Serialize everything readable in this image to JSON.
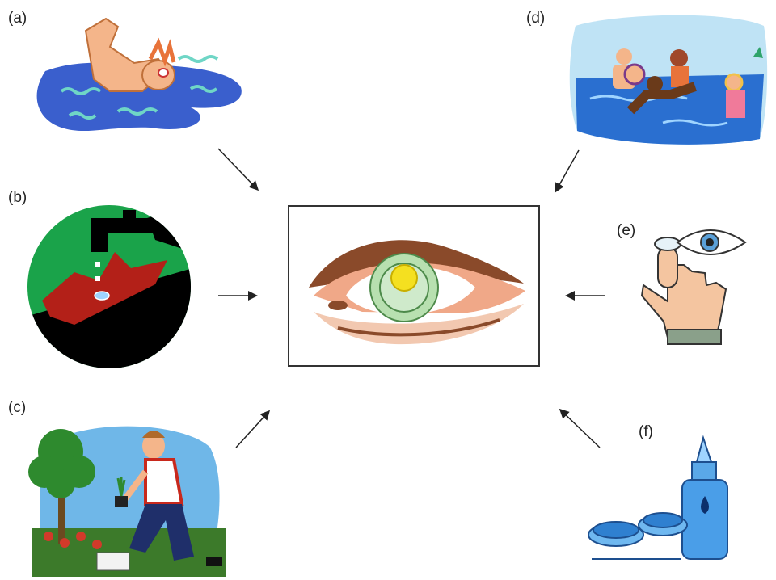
{
  "labels": {
    "a": "(a)",
    "b": "(b)",
    "c": "(c)",
    "d": "(d)",
    "e": "(e)",
    "f": "(f)"
  },
  "icons": {
    "a": "swimmer-icon",
    "b": "faucet-face-wash-icon",
    "c": "gardener-icon",
    "d": "people-in-sea-icon",
    "e": "finger-contact-lens-icon",
    "f": "lens-case-solution-bottle-icon",
    "center": "eye-contact-lens-icon"
  },
  "colors": {
    "water_blue": "#3a5fcd",
    "green_disc": "#1aa34a",
    "lens_green": "#b8e0b0",
    "skin": "#f4b58a"
  }
}
